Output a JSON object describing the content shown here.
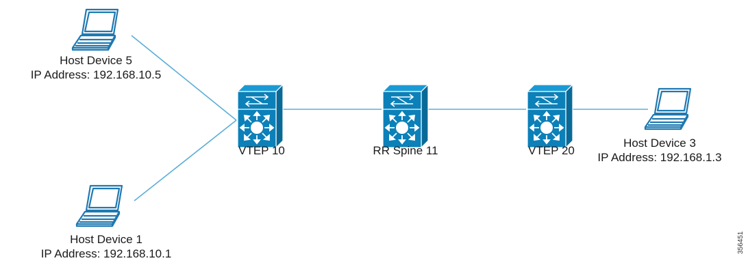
{
  "colors": {
    "link": "#5aaed8",
    "switch_front": "#0c80b8",
    "switch_top": "#1a9ad4",
    "switch_side": "#096a98",
    "laptop": "#1f78b0"
  },
  "nodes": {
    "host5": {
      "icon": "laptop-icon",
      "name": "Host Device 5",
      "ip": "IP Address: 192.168.10.5"
    },
    "host1": {
      "icon": "laptop-icon",
      "name": "Host Device 1",
      "ip": "IP Address: 192.168.10.1"
    },
    "vtep10": {
      "icon": "layer3-switch-icon",
      "name": "VTEP 10"
    },
    "spine11": {
      "icon": "layer3-switch-icon",
      "name": "RR Spine 11"
    },
    "vtep20": {
      "icon": "layer3-switch-icon",
      "name": "VTEP 20"
    },
    "host3": {
      "icon": "laptop-icon",
      "name": "Host Device 3",
      "ip": "IP Address: 192.168.1.3"
    }
  },
  "links": [
    {
      "from": "host5",
      "to": "vtep10"
    },
    {
      "from": "host1",
      "to": "vtep10"
    },
    {
      "from": "vtep10",
      "to": "spine11"
    },
    {
      "from": "spine11",
      "to": "vtep20"
    },
    {
      "from": "vtep20",
      "to": "host3"
    }
  ],
  "figure_id": "356451"
}
